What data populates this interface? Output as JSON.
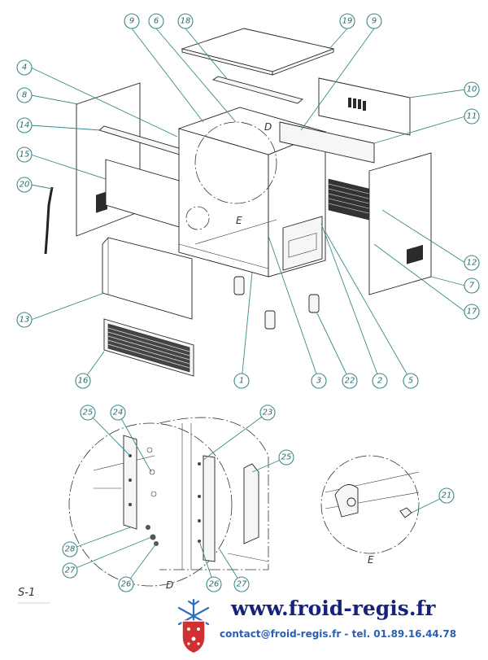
{
  "callouts": [
    {
      "id": "c9a",
      "label": "9"
    },
    {
      "id": "c6",
      "label": "6"
    },
    {
      "id": "c18",
      "label": "18"
    },
    {
      "id": "c19",
      "label": "19"
    },
    {
      "id": "c9b",
      "label": "9"
    },
    {
      "id": "c4",
      "label": "4"
    },
    {
      "id": "c8",
      "label": "8"
    },
    {
      "id": "c10",
      "label": "10"
    },
    {
      "id": "c14",
      "label": "14"
    },
    {
      "id": "c11",
      "label": "11"
    },
    {
      "id": "c15",
      "label": "15"
    },
    {
      "id": "c20",
      "label": "20"
    },
    {
      "id": "c12",
      "label": "12"
    },
    {
      "id": "c7",
      "label": "7"
    },
    {
      "id": "c17",
      "label": "17"
    },
    {
      "id": "c13",
      "label": "13"
    },
    {
      "id": "c16",
      "label": "16"
    },
    {
      "id": "c1",
      "label": "1"
    },
    {
      "id": "c3",
      "label": "3"
    },
    {
      "id": "c22",
      "label": "22"
    },
    {
      "id": "c2",
      "label": "2"
    },
    {
      "id": "c5",
      "label": "5"
    },
    {
      "id": "c25a",
      "label": "25"
    },
    {
      "id": "c24",
      "label": "24"
    },
    {
      "id": "c23",
      "label": "23"
    },
    {
      "id": "c25b",
      "label": "25"
    },
    {
      "id": "c21",
      "label": "21"
    },
    {
      "id": "c28",
      "label": "28"
    },
    {
      "id": "c27a",
      "label": "27"
    },
    {
      "id": "c26a",
      "label": "26"
    },
    {
      "id": "c26b",
      "label": "26"
    },
    {
      "id": "c27b",
      "label": "27"
    }
  ],
  "view_labels": {
    "detail_d_top": "D",
    "detail_e_top": "E",
    "detail_d_bottom": "D",
    "detail_e_bottom": "E"
  },
  "sheet_label": "S-1",
  "footer": {
    "url": "www.froid-regis.fr",
    "contact": "contact@froid-regis.fr - tel. 01.89.16.44.78"
  },
  "colors": {
    "callout": "#3a8a8a",
    "url": "#17237a",
    "contact": "#2b5fb0",
    "logo_blue": "#2f6fc0",
    "logo_red": "#d03030"
  },
  "icons": {
    "logo": "snowflake-shield-logo"
  }
}
